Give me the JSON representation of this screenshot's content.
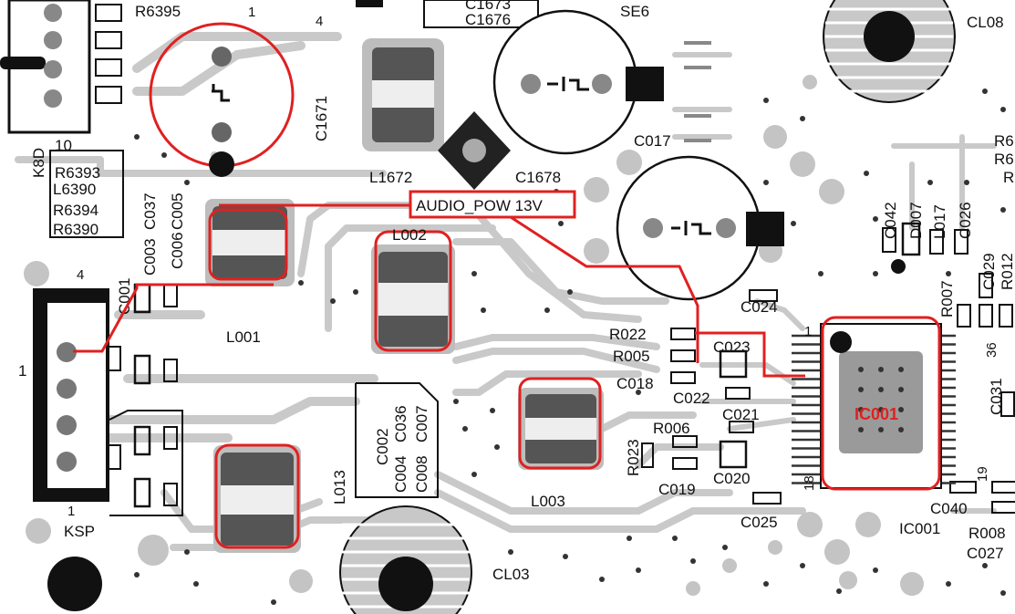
{
  "highlight_color": "#e02020",
  "net_label": "AUDIO_POW 13V",
  "ic_highlight_label": "IC001",
  "labels": {
    "r6395": "R6395",
    "k8d": "K8D",
    "k8d_pin10": "10",
    "r6393": "R6393",
    "l6390": "L6390",
    "r6394": "R6394",
    "r6390": "R6390",
    "c1671": "C1671",
    "l1672": "L1672",
    "c1678": "C1678",
    "se6": "SE6",
    "c017": "C017",
    "cl08": "CL08",
    "c037": "C037",
    "c005": "C005",
    "c003": "C003",
    "c006": "C006",
    "c001": "C001",
    "l001": "L001",
    "l002": "L002",
    "r022": "R022",
    "r005": "R005",
    "c018": "C018",
    "c023": "C023",
    "c022": "C022",
    "c024": "C024",
    "r006": "R006",
    "r023": "R023",
    "c021": "C021",
    "c019": "C019",
    "c020": "C020",
    "c025": "C025",
    "l003": "L003",
    "l013": "L013",
    "c002": "C002",
    "c004": "C004",
    "c036": "C036",
    "c008": "C008",
    "c007": "C007",
    "ksp": "KSP",
    "ksp_pin1": "1",
    "ksp_pin4": "4",
    "cl03": "CL03",
    "ic001_silk": "IC001",
    "ic_pin1": "1",
    "ic_pin18": "18",
    "ic_pin19": "19",
    "ic_pin36": "36",
    "c042": "C042",
    "d007": "D007",
    "l017": "L017",
    "c026": "C026",
    "c029": "C029",
    "r012": "R012",
    "r007": "R007",
    "c031": "C031",
    "c040": "C040",
    "r008": "R008",
    "c027": "C027",
    "top_partial_a": "C1673",
    "top_partial_b": "C1676",
    "r6_a": "R6",
    "r6_b": "R6",
    "r6_c": "R",
    "num1_top": "1",
    "num4_top": "4",
    "big1": "1"
  }
}
